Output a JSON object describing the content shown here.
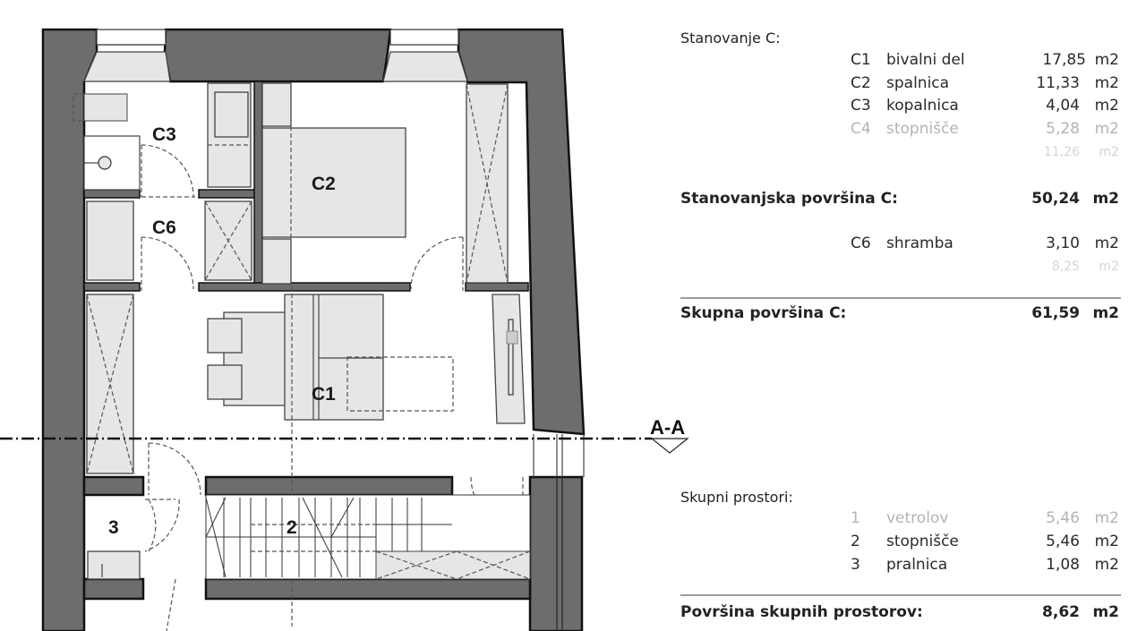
{
  "plan": {
    "section_marker": "A-A",
    "rooms": {
      "c1": "C1",
      "c2": "C2",
      "c3": "C3",
      "c6": "C6",
      "r2": "2",
      "r3": "3"
    },
    "colors": {
      "wall": "#6d6d70",
      "wall_stroke": "#111111",
      "furniture": "#e6e6e6",
      "line": "#333333"
    }
  },
  "apartment": {
    "heading": "Stanovanje C:",
    "rooms": [
      {
        "code": "C1",
        "name": "bivalni del",
        "area": "17,85",
        "unit": "m2"
      },
      {
        "code": "C2",
        "name": "spalnica",
        "area": "11,33",
        "unit": "m2"
      },
      {
        "code": "C3",
        "name": "kopalnica",
        "area": "4,04",
        "unit": "m2"
      },
      {
        "code": "C4",
        "name": "stopnišče",
        "area": "5,28",
        "unit": "m2"
      },
      {
        "code": "",
        "name": "",
        "area": "11,26",
        "unit": "m2"
      }
    ],
    "living_area_label": "Stanovanjska površina C:",
    "living_area_value": "50,24",
    "living_area_unit": "m2",
    "extra_rooms": [
      {
        "code": "C6",
        "name": "shramba",
        "area": "3,10",
        "unit": "m2"
      },
      {
        "code": "",
        "name": "",
        "area": "8,25",
        "unit": "m2"
      }
    ],
    "total_label": "Skupna površina C:",
    "total_value": "61,59",
    "total_unit": "m2"
  },
  "common": {
    "heading": "Skupni prostori:",
    "rooms": [
      {
        "code": "1",
        "name": "vetrolov",
        "area": "5,46",
        "unit": "m2"
      },
      {
        "code": "2",
        "name": "stopnišče",
        "area": "5,46",
        "unit": "m2"
      },
      {
        "code": "3",
        "name": "pralnica",
        "area": "1,08",
        "unit": "m2"
      }
    ],
    "total_label": "Površina skupnih prostorov:",
    "total_value": "8,62",
    "total_unit": "m2"
  }
}
